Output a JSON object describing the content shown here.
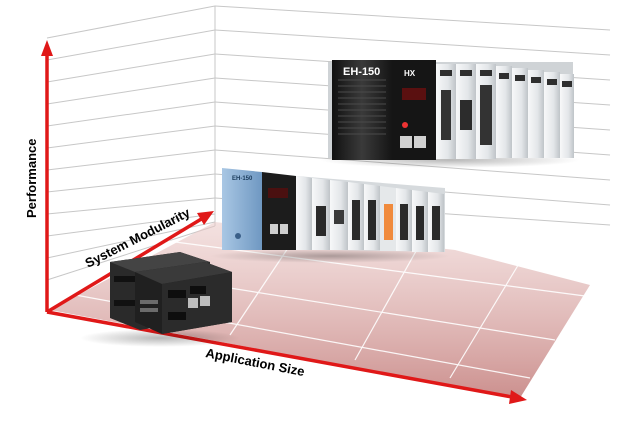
{
  "axes": {
    "y_label": "Performance",
    "z_label": "System Modularity",
    "x_label": "Application Size",
    "axis_color": "#e01818"
  },
  "products": {
    "large": {
      "model_label": "EH-150",
      "badge": "HX"
    },
    "mid": {
      "model_label": "EH-150"
    },
    "small": {}
  },
  "colors": {
    "floor": "#c98a88",
    "grid": "#c7c7c7",
    "module_dark": "#202020",
    "module_light": "#eceff1",
    "module_blue": "#7fa8d0",
    "module_orange": "#f08a3c"
  }
}
